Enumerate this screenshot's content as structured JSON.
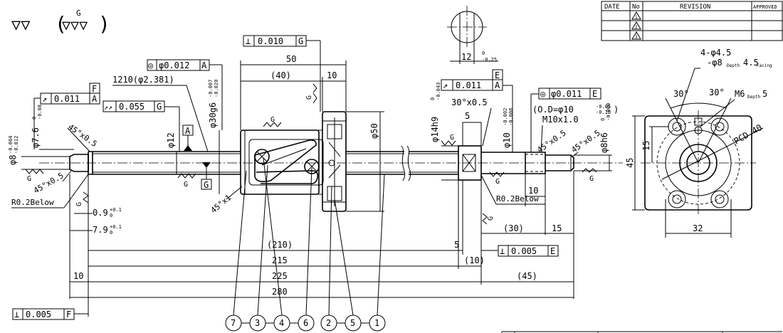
{
  "revision_table": {
    "headers": [
      "DATE",
      "No",
      "REVISION",
      "APPROVED"
    ],
    "rows": [
      "1",
      "2",
      "3"
    ]
  },
  "surface_symbols": {
    "general": "▽▽",
    "bracket_open": "(",
    "bracket_close": ")",
    "bracket_letter": "G",
    "bracket_sym": "▽▽▽"
  },
  "datums": {
    "a": "A",
    "e": "E",
    "f": "F",
    "g": "G"
  },
  "tolerances": {
    "perp_top": {
      "sym": "⊥",
      "val": "0.010",
      "ref": "G"
    },
    "coax_left": {
      "sym": "◎",
      "val": "φ0.012",
      "ref": "A"
    },
    "runout_f": {
      "sym": "↗",
      "val": "0.011",
      "ref": "A"
    },
    "total_runout": {
      "sym": "↗↗",
      "val": "0.055",
      "ref": "G"
    },
    "runout_e": {
      "sym": "↗",
      "val": "0.011",
      "ref": "A"
    },
    "coax_right": {
      "sym": "◎",
      "val": "φ0.011",
      "ref": "E"
    },
    "perp_e": {
      "sym": "⊥",
      "val": "0.005",
      "ref": "E"
    },
    "perp_f": {
      "sym": "⊥",
      "val": "0.005",
      "ref": "F"
    }
  },
  "dims": {
    "d50": "50",
    "d40": "(40)",
    "d10_top": "10",
    "lead": "1210(φ2.381)",
    "phi30": "φ30g6",
    "phi30_tol_u": "-0.007",
    "phi30_tol_l": "-0.020",
    "phi12": "φ12",
    "phi50": "φ50",
    "phi14": "φ14h9",
    "phi14_tol_u": "0",
    "phi14_tol_l": "-0.043",
    "phi10": "φ10",
    "phi10_tol_u": "-0.002",
    "phi10_tol_l": "-0.008",
    "phi8h6": "φ8h6",
    "phi8h6_tol_u": "0",
    "phi8h6_tol_l": "-0.009",
    "phi76": "φ7.6",
    "phi76_tol_u": "0",
    "phi76_tol_l": "-0.08",
    "phi8_left": "φ8",
    "phi8_left_tol_u": "-0.004",
    "phi8_left_tol_l": "-0.012",
    "chamfer_30": "30°x0.5",
    "d5_top": "5",
    "od": "(O.D=φ10",
    "od_tol_u": "-0.05",
    "od_tol_l": "-0.10",
    "od_close": ")",
    "m10": "M10x1.0",
    "ch45_a": "45°x0.5",
    "ch45_b": "45°x0.5",
    "ch45_c": "45°x0.5",
    "ch45_d": "45°x0.5",
    "ch45_x1": "45°x1",
    "r02_left": "R0.2Below",
    "r02_right": "R0.2Below",
    "d09": "0.9",
    "d09_tol_u": "+0.1",
    "d09_tol_l": "0",
    "d79": "7.9",
    "d79_tol_u": "+0.1",
    "d79_tol_l": "0",
    "d210": "(210)",
    "d5_mid": "5",
    "d215": "215",
    "d10_paren": "(10)",
    "d10_left": "10",
    "d225": "225",
    "d45": "(45)",
    "d280": "280",
    "d30_paren": "(30)",
    "d15_right": "15",
    "d10_right": "10",
    "d12": "12",
    "d12_tol_u": "0",
    "d12_tol_l": "-0.25",
    "holes": "4-φ4.5",
    "holes_2a": "-φ8",
    "holes_2b": "Depth",
    "holes_2c": "4.5",
    "holes_2d": "Facing",
    "ang30_a": "30°",
    "ang30_b": "30°",
    "m6": "M6",
    "m6_depth": "Depth",
    "m6_val": "5",
    "pcd": "PCD 40",
    "d15_side": "15",
    "d45_side": "45",
    "d32": "32"
  },
  "balloons": [
    "7",
    "3",
    "4",
    "6",
    "2",
    "5",
    "1"
  ]
}
